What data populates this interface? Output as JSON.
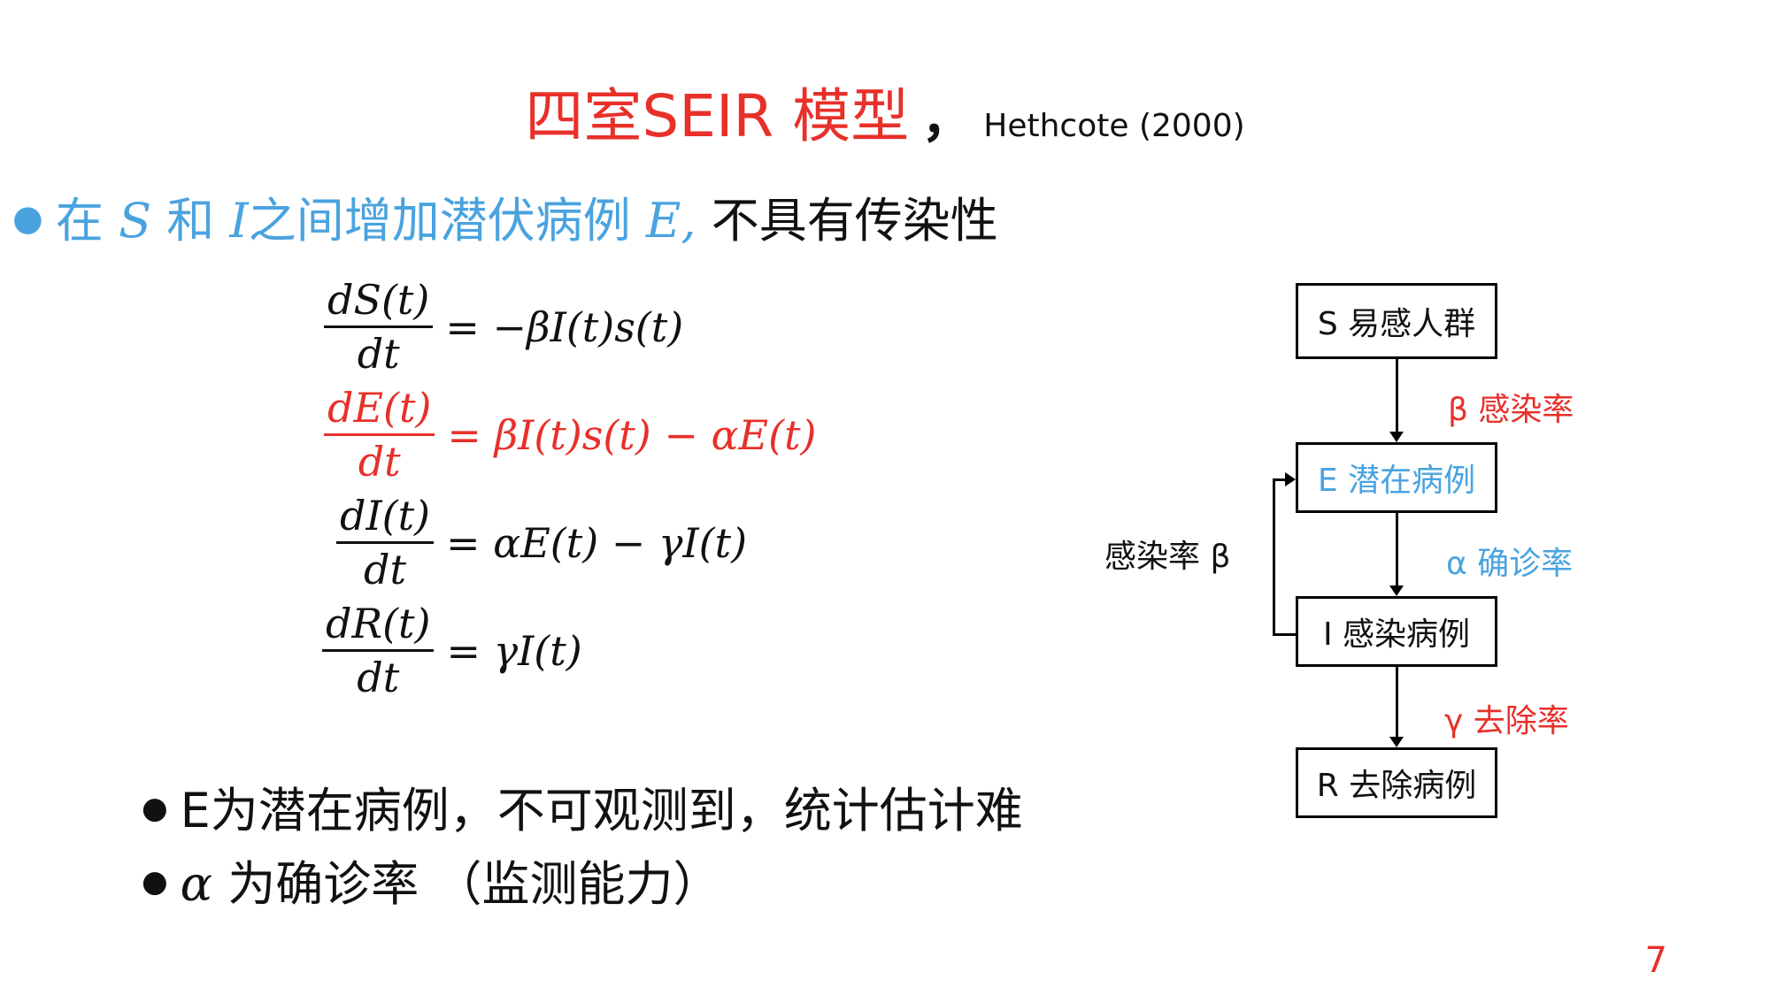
{
  "title": {
    "main": "四室SEIR 模型",
    "comma": "，",
    "reference": "Hethcote (2000)"
  },
  "bullet1": {
    "part1": "在",
    "var_s": "S",
    "part2": "和",
    "var_i": "I",
    "part3": "之间增加潜伏病例",
    "var_e": "E,",
    "part4": "不具有传染性"
  },
  "equations": [
    {
      "num": "dS(t)",
      "den": "dt",
      "rhs": "= −βI(t)s(t)"
    },
    {
      "num": "dE(t)",
      "den": "dt",
      "rhs": "= βI(t)s(t) − αE(t)"
    },
    {
      "num": "dI(t)",
      "den": "dt",
      "rhs": "= αE(t) − γI(t)"
    },
    {
      "num": "dR(t)",
      "den": "dt",
      "rhs": "= γI(t)"
    }
  ],
  "bullets_bottom": [
    {
      "text": "E为潜在病例，不可观测到，统计估计难"
    },
    {
      "symbol": "α",
      "text": "为确诊率 （监测能力）"
    }
  ],
  "flowchart": {
    "boxes": [
      "S 易感人群",
      "E 潜在病例",
      "I 感染病例",
      "R 去除病例"
    ],
    "rates": [
      "β 感染率",
      "α 确诊率",
      "γ 去除率"
    ],
    "feedback_label": "感染率 β"
  },
  "page_number": "7",
  "colors": {
    "accent_red": "#e8302a",
    "accent_blue": "#4aa3df"
  }
}
